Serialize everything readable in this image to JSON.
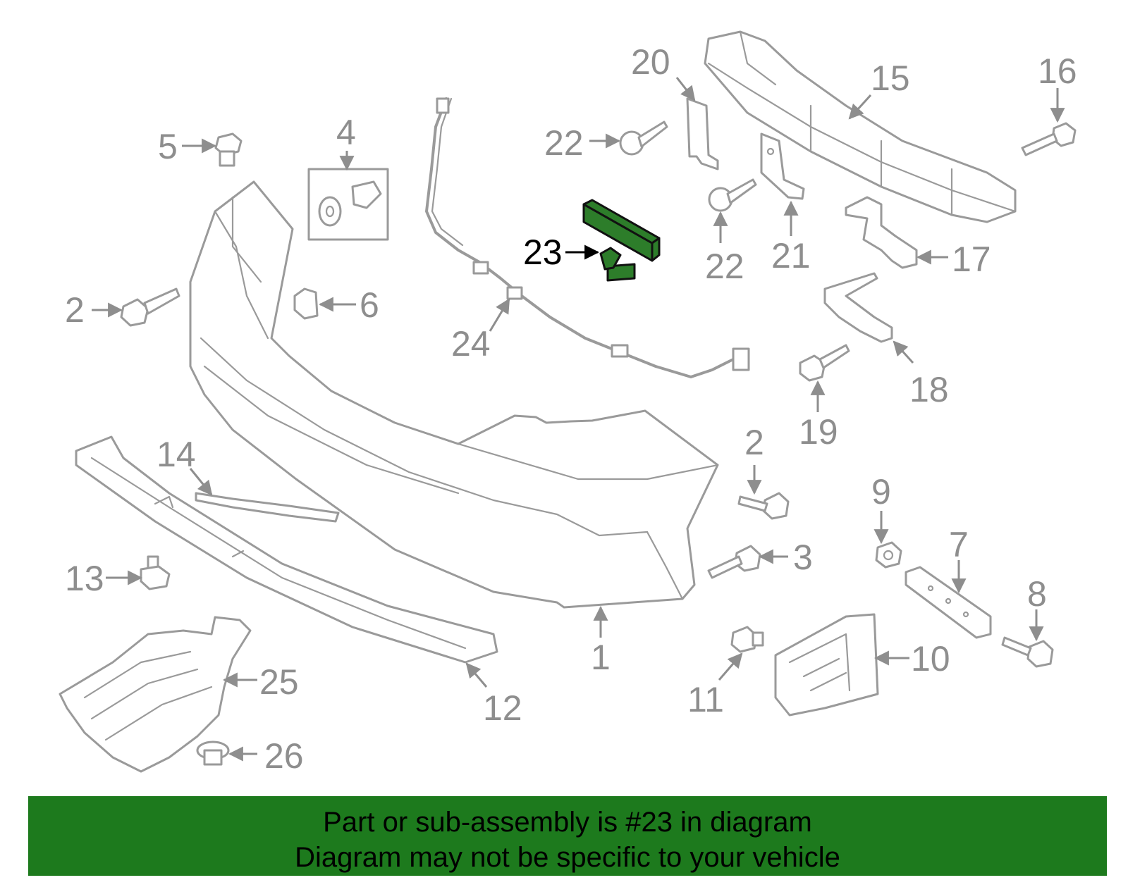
{
  "callouts": {
    "c1": "1",
    "c2a": "2",
    "c2b": "2",
    "c3": "3",
    "c4": "4",
    "c5": "5",
    "c6": "6",
    "c7": "7",
    "c8": "8",
    "c9": "9",
    "c10": "10",
    "c11": "11",
    "c12": "12",
    "c13": "13",
    "c14": "14",
    "c15": "15",
    "c16": "16",
    "c17": "17",
    "c18": "18",
    "c19": "19",
    "c20": "20",
    "c21": "21",
    "c22a": "22",
    "c22b": "22",
    "c23": "23",
    "c24": "24",
    "c25": "25",
    "c26": "26"
  },
  "highlight": {
    "part": "23",
    "color": "#2d7d2a"
  },
  "banner": {
    "line1": "Part or sub-assembly is #23 in diagram",
    "line2": "Diagram may not be specific to your vehicle",
    "color": "#1d7a1d"
  }
}
